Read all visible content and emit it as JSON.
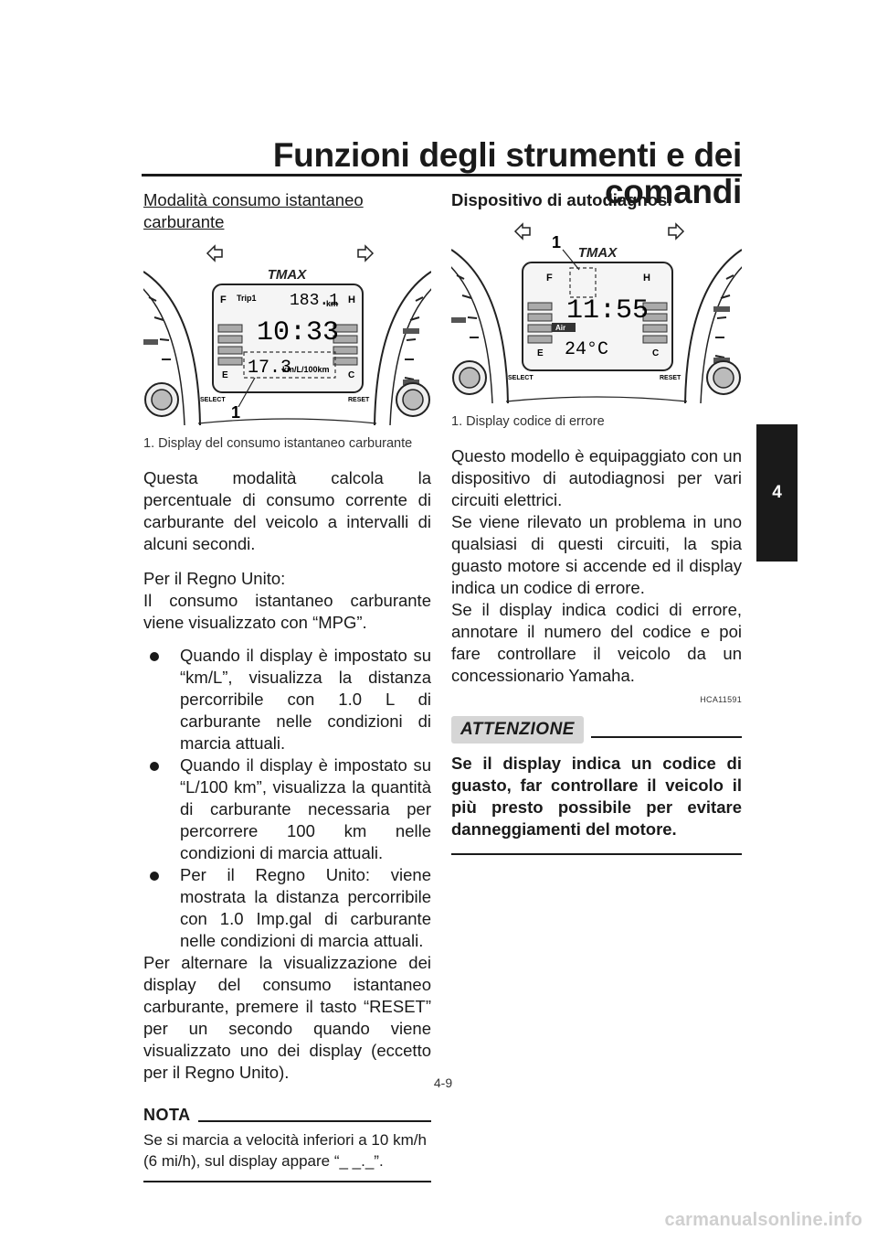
{
  "header": {
    "title": "Funzioni degli strumenti e dei comandi",
    "chapter": "4"
  },
  "left": {
    "subtitle": "Modalità consumo istantaneo carburante",
    "figure": {
      "callout": "1",
      "lcd": {
        "trip_label": "Trip1",
        "trip_value": "183.1",
        "trip_unit": "km",
        "clock": "10:33",
        "consumption": "17.3",
        "consumption_unit": "km/L/100km",
        "f": "F",
        "h": "H",
        "e": "E",
        "c": "C",
        "select": "SELECT",
        "reset": "RESET",
        "brand": "TMAX"
      }
    },
    "caption": "1.  Display del consumo istantaneo carburante",
    "p1": "Questa modalità calcola la percentuale di consumo corrente di carburante del veicolo a intervalli di alcuni secondi.",
    "p2a": "Per il Regno Unito:",
    "p2b": "Il consumo istantaneo carburante viene visualizzato con “MPG”.",
    "bullets": [
      "Quando il display è impostato su “km/L”, visualizza la distanza percorribile con 1.0 L di carburante nelle condizioni di marcia attuali.",
      "Quando il display è impostato su “L/100 km”, visualizza la quantità di carburante necessaria per percorrere 100 km nelle condizioni di marcia attuali.",
      "Per il Regno Unito: viene mostrata la distanza percorribile con 1.0 Imp.gal di carburante nelle condizioni di marcia attuali."
    ],
    "p3": "Per alternare la visualizzazione dei display del consumo istantaneo carburante, premere il tasto “RESET” per un secondo quando viene visualizzato uno dei display (eccetto per il Regno Unito).",
    "nota_label": "NOTA",
    "nota_text": "Se si marcia a velocità inferiori a 10 km/h (6 mi/h), sul display appare “_ _._”."
  },
  "right": {
    "subtitle": "Dispositivo di autodiagnosi",
    "figure": {
      "callout": "1",
      "lcd": {
        "clock": "11:55",
        "temp": "24°C",
        "air": "Air",
        "f": "F",
        "h": "H",
        "e": "E",
        "c": "C",
        "select": "SELECT",
        "reset": "RESET",
        "brand": "TMAX"
      }
    },
    "caption": "1.  Display codice di errore",
    "p1": "Questo modello è equipaggiato con un dispositivo di autodiagnosi per vari circuiti elettrici.",
    "p2": "Se viene rilevato un problema in uno qualsiasi di questi circuiti, la spia guasto motore si accende ed il display indica un codice di errore.",
    "p3": "Se il display indica codici di errore, annotare il numero del codice e poi fare controllare il veicolo da un concessionario Yamaha.",
    "code": "HCA11591",
    "attention_label": "ATTENZIONE",
    "attention_text": "Se il display indica un codice di guasto, far controllare il veicolo il più presto possibile per evitare danneggiamenti del motore."
  },
  "footer": {
    "page": "4-9",
    "watermark": "carmanualsonline.info"
  }
}
